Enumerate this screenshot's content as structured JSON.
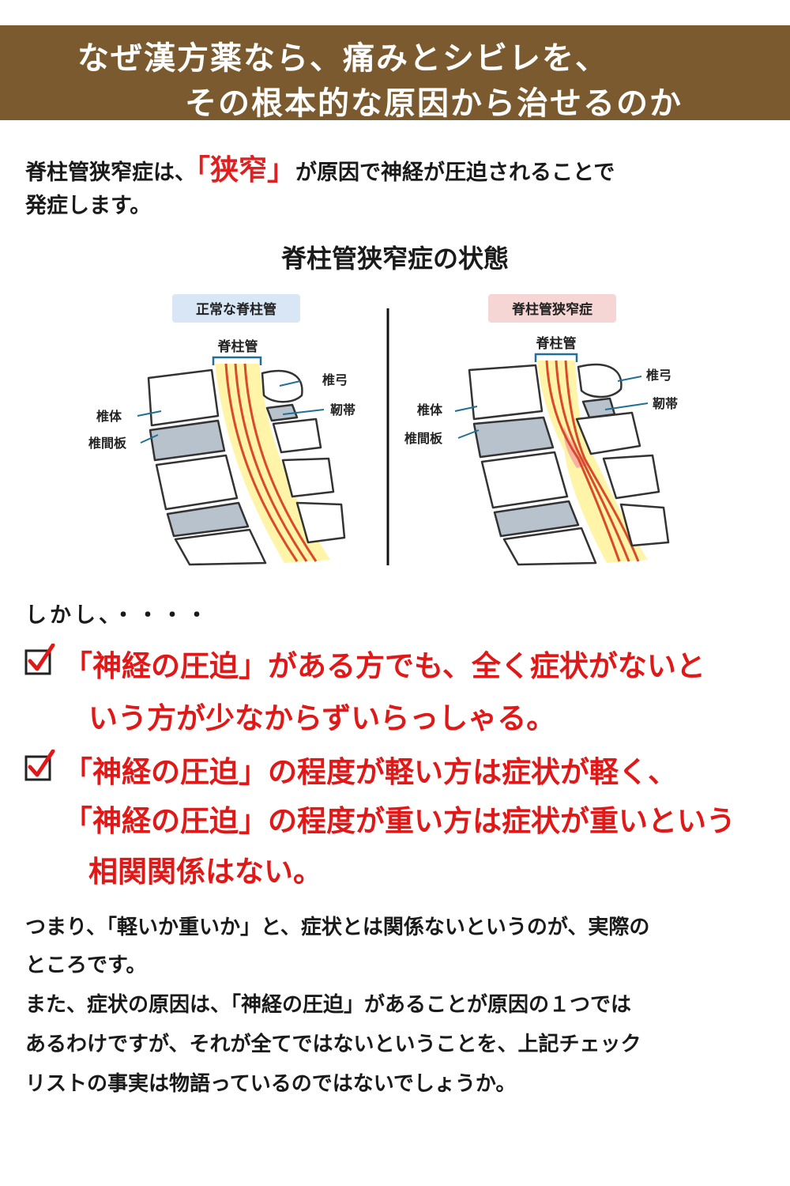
{
  "banner": {
    "line1": "なぜ漢方薬なら、痛みとシビレを、",
    "line2": "その根本的な原因から治せるのか"
  },
  "intro": {
    "before": "脊柱管狭窄症は、",
    "highlight": "「狭窄」",
    "after": "が原因で神経が圧迫されることで",
    "line2": "発症します。"
  },
  "diagram": {
    "title": "脊柱管狭窄症の状態",
    "normal": {
      "badge": "正常な脊柱管",
      "canal": "脊柱管",
      "arch": "椎弓",
      "ligament": "靭帯",
      "body": "椎体",
      "disc": "椎間板"
    },
    "stenosis": {
      "badge": "脊柱管狭窄症",
      "canal": "脊柱管",
      "arch": "椎弓",
      "ligament": "靭帯",
      "body": "椎体",
      "disc": "椎間板"
    },
    "colors": {
      "normal_badge": "#d8e6f6",
      "stenosis_badge": "#f6d6d4",
      "bone": "#ffffff",
      "disc": "#b8c2cc",
      "nerve": "#d94a2a",
      "canal_fill": "#fff4a8"
    }
  },
  "shikashi": "しかし、・・・・",
  "checklist": [
    {
      "lines": [
        "「神経の圧迫」がある方でも、全く症状がないと",
        "いう方が少なからずいらっしゃる。"
      ]
    },
    {
      "lines": [
        "「神経の圧迫」の程度が軽い方は症状が軽く、",
        "「神経の圧迫」の程度が重い方は症状が重いという",
        "相関関係はない。"
      ]
    }
  ],
  "body": {
    "lines": [
      "つまり、「軽いか重いか」と、症状とは関係ないというのが、実際の",
      "ところです。",
      "また、症状の原因は、「神経の圧迫」があることが原因の１つでは",
      "あるわけですが、それが全てではないということを、上記チェック",
      "リストの事実は物語っているのではないでしょうか。"
    ]
  }
}
